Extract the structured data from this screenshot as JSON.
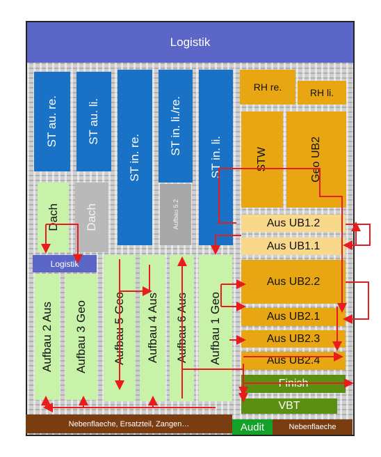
{
  "header": {
    "title": "Logistik"
  },
  "blocks": {
    "st_au_re": "ST au. re.",
    "st_au_li": "ST au. li.",
    "st_in_re": "ST in. re.",
    "st_in_li_re": "ST in. li./re.",
    "st_in_li": "ST in. li.",
    "rh_re": "RH re.",
    "rh_li": "RH li.",
    "stw": "STW",
    "geo_ub2": "Geo UB2",
    "dach_1": "Dach",
    "dach_2": "Dach",
    "aufbau_52": "Aufbau 5.2",
    "logistik_small": "Logistik",
    "aufbau_2_aus": "Aufbau 2 Aus",
    "aufbau_3_geo": "Aufbau 3 Geo",
    "aufbau_5_geo": "Aufbau 5 Geo",
    "aufbau_4_aus": "Aufbau 4 Aus",
    "aufbau_6_aus": "Aufbau 6 Aus",
    "aufbau_1_geo": "Aufbau 1 Geo",
    "aus_ub12": "Aus UB1.2",
    "aus_ub11": "Aus UB1.1",
    "aus_ub22": "Aus UB2.2",
    "aus_ub21": "Aus UB2.1",
    "aus_ub23": "Aus UB2.3",
    "aus_ub24": "Aus UB2.4",
    "finish": "Finish",
    "vbt": "VBT",
    "nebenflaeche_main": "Nebenflaeche, Ersatzteil, Zangen…",
    "audit": "Audit",
    "nebenflaeche_right": "Nebenflaeche"
  },
  "colors": {
    "header": "#5b66c6",
    "st_blue": "#1a72c6",
    "aufbau_green": "#c7f2a8",
    "aus_gold": "#e8a613",
    "aus_light": "#f8d88a",
    "finish_green": "#5a8f12",
    "floor_brown": "#7a3d12",
    "audit_green": "#14a12a",
    "flow_red": "#e81c1c"
  }
}
